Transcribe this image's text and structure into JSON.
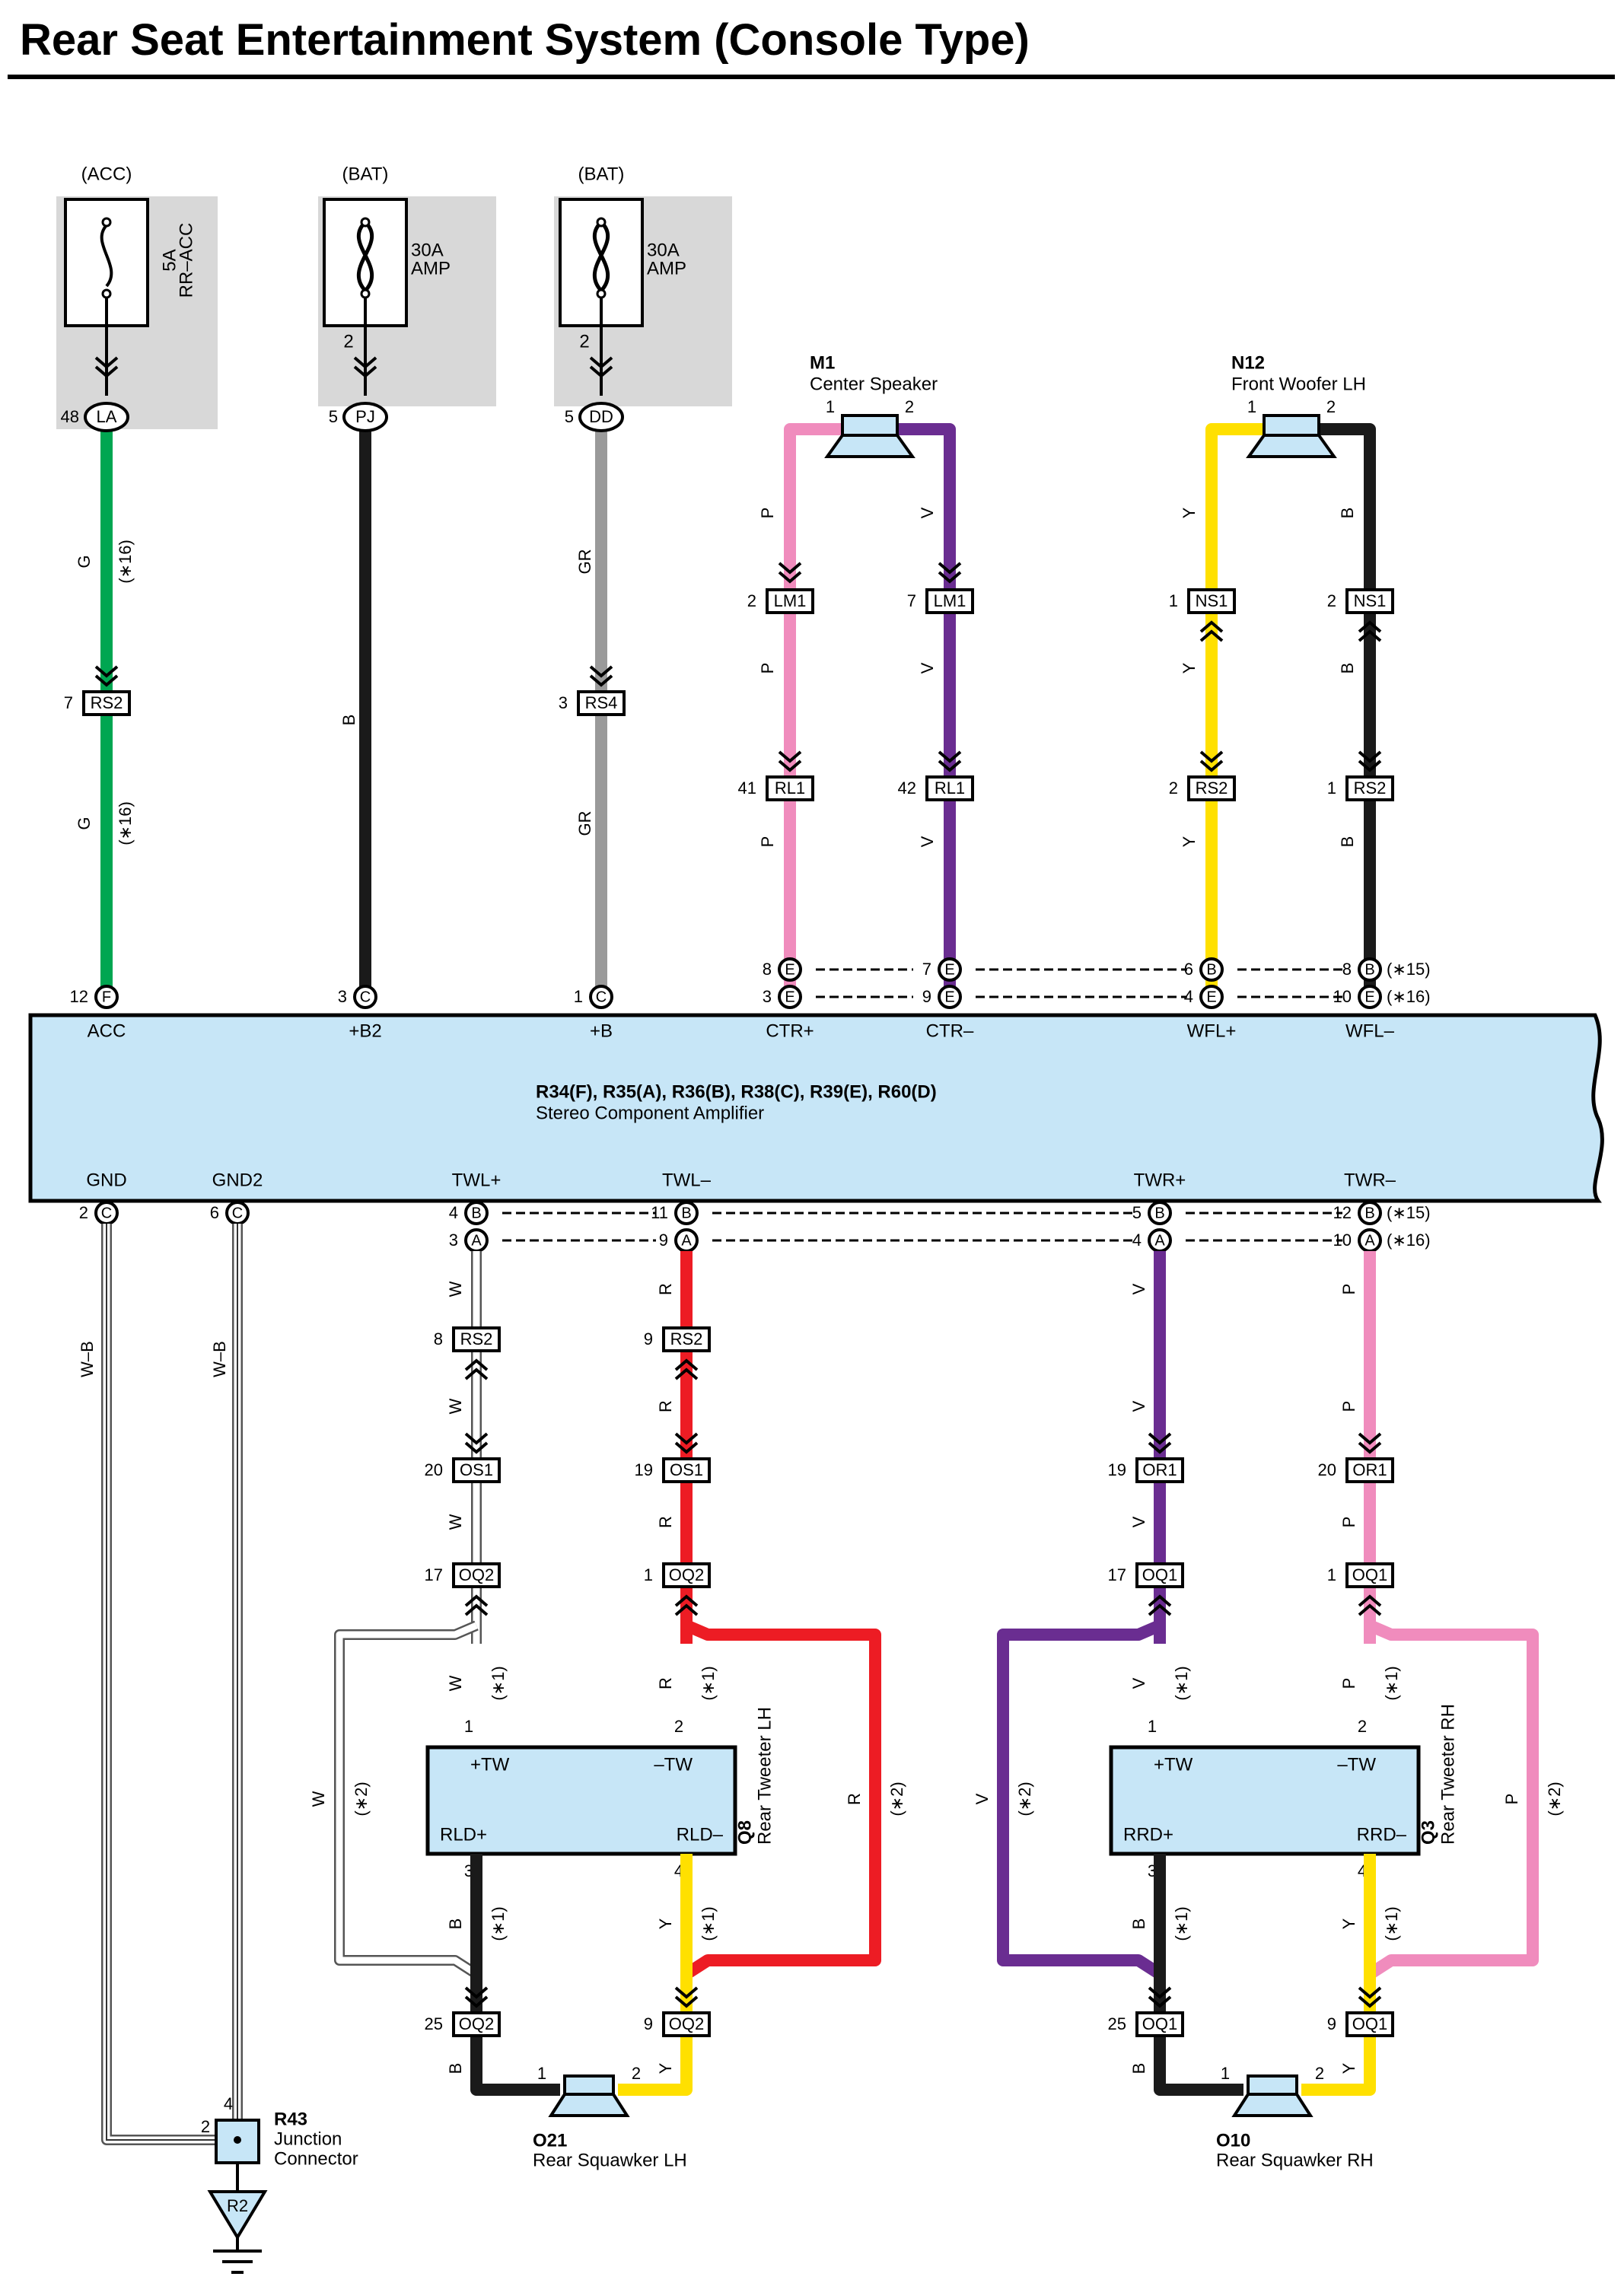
{
  "title": "Rear Seat Entertainment System (Console Type)",
  "colors": {
    "G": "#00a651",
    "B": "#1a1a1a",
    "GR": "#9a9a9a",
    "P": "#f08cbd",
    "V": "#6a2d91",
    "Y": "#ffe000",
    "R": "#ed1c24",
    "W": "#ffffff",
    "fuse_box": "#d8d8d8",
    "component": "#c7e6f7"
  },
  "fuses": [
    {
      "source": "(ACC)",
      "rating": "5A",
      "name": "RR–ACC"
    },
    {
      "source": "(BAT)",
      "rating": "30A",
      "name": "AMP"
    },
    {
      "source": "(BAT)",
      "rating": "30A",
      "name": "AMP"
    }
  ],
  "fuse_pins": [
    "2",
    "2"
  ],
  "junction_connectors": [
    {
      "pin": "48",
      "code": "LA"
    },
    {
      "pin": "5",
      "code": "PJ"
    },
    {
      "pin": "5",
      "code": "DD"
    }
  ],
  "wires": [
    {
      "color": "G",
      "note": "(∗16)"
    },
    {
      "color": "B",
      "note": ""
    },
    {
      "color": "GR",
      "note": ""
    },
    {
      "color": "P",
      "note": ""
    },
    {
      "color": "V",
      "note": ""
    },
    {
      "color": "Y",
      "note": ""
    },
    {
      "color": "B",
      "note": ""
    },
    {
      "color": "W",
      "note": ""
    },
    {
      "color": "R",
      "note": ""
    },
    {
      "color": "V",
      "note": ""
    },
    {
      "color": "P",
      "note": ""
    },
    {
      "color": "W–B",
      "note": ""
    }
  ],
  "connectors": [
    {
      "pin": "7",
      "code": "RS2"
    },
    {
      "pin": "3",
      "code": "RS4"
    },
    {
      "pin": "2",
      "code": "LM1"
    },
    {
      "pin": "7",
      "code": "LM1"
    },
    {
      "pin": "41",
      "code": "RL1"
    },
    {
      "pin": "42",
      "code": "RL1"
    },
    {
      "pin": "1",
      "code": "NS1"
    },
    {
      "pin": "2",
      "code": "NS1"
    },
    {
      "pin": "2",
      "code": "RS2"
    },
    {
      "pin": "1",
      "code": "RS2"
    },
    {
      "pin": "8",
      "code": "RS2"
    },
    {
      "pin": "9",
      "code": "RS2"
    },
    {
      "pin": "20",
      "code": "OS1"
    },
    {
      "pin": "19",
      "code": "OS1"
    },
    {
      "pin": "19",
      "code": "OR1"
    },
    {
      "pin": "20",
      "code": "OR1"
    },
    {
      "pin": "17",
      "code": "OQ2"
    },
    {
      "pin": "1",
      "code": "OQ2"
    },
    {
      "pin": "17",
      "code": "OQ1"
    },
    {
      "pin": "1",
      "code": "OQ1"
    },
    {
      "pin": "25",
      "code": "OQ2"
    },
    {
      "pin": "9",
      "code": "OQ2"
    },
    {
      "pin": "25",
      "code": "OQ1"
    },
    {
      "pin": "9",
      "code": "OQ1"
    }
  ],
  "speakers_top": [
    {
      "id": "M1",
      "name": "Center Speaker",
      "pin1": "1",
      "pin2": "2"
    },
    {
      "id": "N12",
      "name": "Front Woofer LH",
      "pin1": "1",
      "pin2": "2"
    }
  ],
  "amplifier": {
    "ids": "R34(F), R35(A), R36(B), R38(C), R39(E), R60(D)",
    "name": "Stereo Component Amplifier",
    "top_terminals": [
      {
        "label": "ACC",
        "pin": "12",
        "conn": "F"
      },
      {
        "label": "+B2",
        "pin": "3",
        "conn": "C"
      },
      {
        "label": "+B",
        "pin": "1",
        "conn": "C"
      },
      {
        "label": "CTR+",
        "pin": "8",
        "conn": "E",
        "pin_b": "3",
        "conn_b": "E"
      },
      {
        "label": "CTR–",
        "pin": "7",
        "conn": "E",
        "pin_b": "9",
        "conn_b": "E"
      },
      {
        "label": "WFL+",
        "pin": "6",
        "conn": "B",
        "pin_b": "4",
        "conn_b": "E"
      },
      {
        "label": "WFL–",
        "pin": "8",
        "conn": "B",
        "pin_b": "10",
        "conn_b": "E"
      }
    ],
    "bottom_terminals": [
      {
        "label": "GND",
        "pin": "2",
        "conn": "C"
      },
      {
        "label": "GND2",
        "pin": "6",
        "conn": "C"
      },
      {
        "label": "TWL+",
        "pin": "4",
        "conn": "B",
        "pin_b": "3",
        "conn_b": "A"
      },
      {
        "label": "TWL–",
        "pin": "11",
        "conn": "B",
        "pin_b": "9",
        "conn_b": "A"
      },
      {
        "label": "TWR+",
        "pin": "5",
        "conn": "B",
        "pin_b": "4",
        "conn_b": "A"
      },
      {
        "label": "TWR–",
        "pin": "12",
        "conn": "B",
        "pin_b": "10",
        "conn_b": "A"
      }
    ],
    "variant_notes": [
      "(∗15)",
      "(∗16)"
    ]
  },
  "note_1": "(∗1)",
  "note_2": "(∗2)",
  "tweeters": [
    {
      "id": "Q8",
      "name": "Rear Tweeter LH",
      "tw_pos": "+TW",
      "tw_neg": "–TW",
      "out_pos": "RLD+",
      "out_neg": "RLD–",
      "pins": [
        "1",
        "2",
        "3",
        "4"
      ]
    },
    {
      "id": "Q3",
      "name": "Rear Tweeter RH",
      "tw_pos": "+TW",
      "tw_neg": "–TW",
      "out_pos": "RRD+",
      "out_neg": "RRD–",
      "pins": [
        "1",
        "2",
        "3",
        "4"
      ]
    }
  ],
  "squawkers": [
    {
      "id": "O21",
      "name": "Rear Squawker LH",
      "pin1": "1",
      "pin2": "2"
    },
    {
      "id": "O10",
      "name": "Rear Squawker RH",
      "pin1": "1",
      "pin2": "2"
    }
  ],
  "junction": {
    "id": "R43",
    "name": "Junction",
    "name2": "Connector",
    "pin_top": "4",
    "pin_left": "2"
  },
  "ground": {
    "id": "R2"
  }
}
